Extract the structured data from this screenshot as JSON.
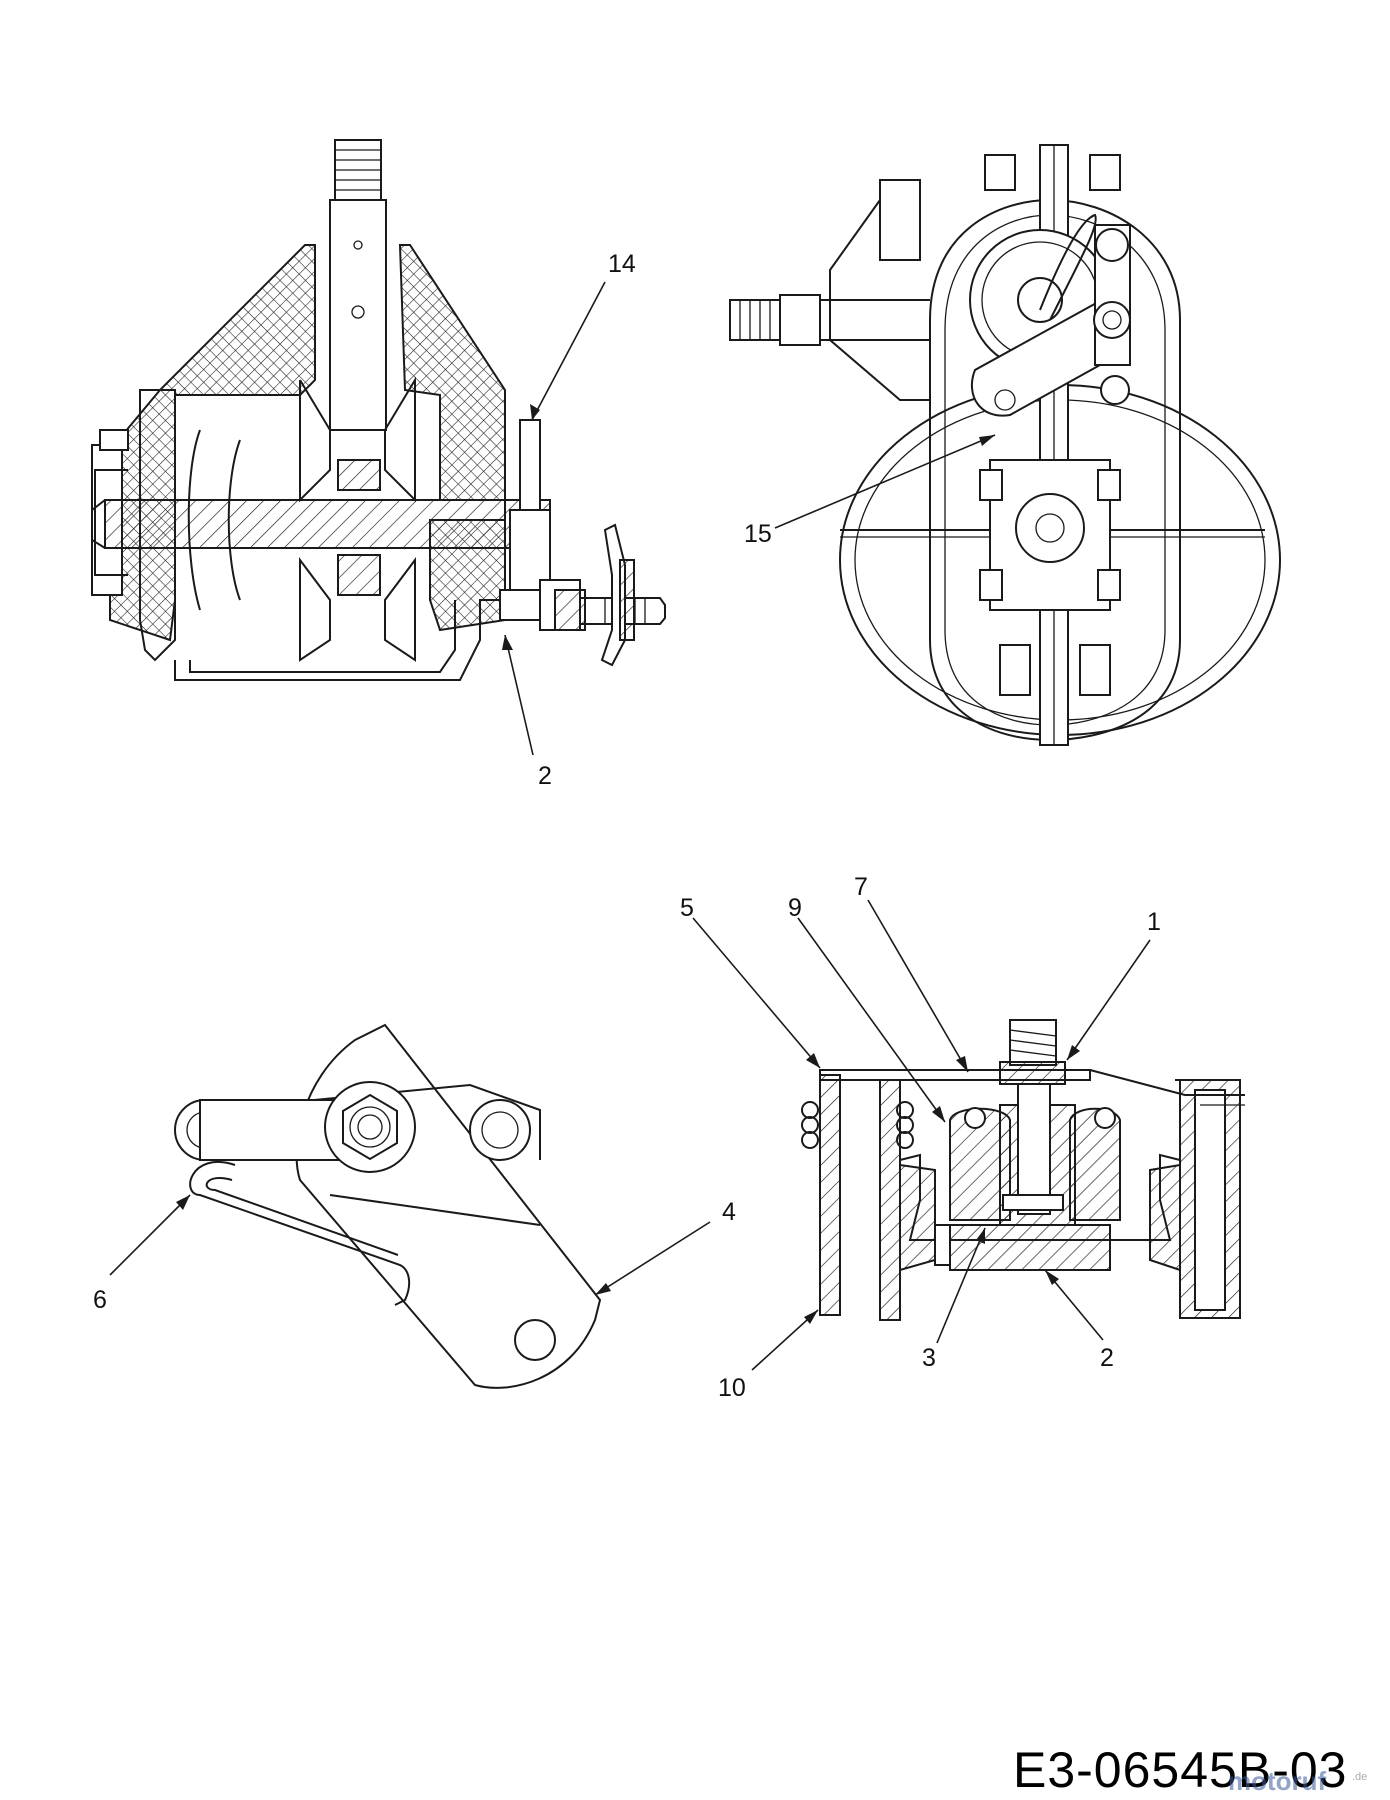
{
  "callouts": {
    "top_left": {
      "c14": "14",
      "c2": "2"
    },
    "top_right": {
      "c15": "15"
    },
    "bottom_left": {
      "c6": "6",
      "c4": "4"
    },
    "bottom_right": {
      "c5": "5",
      "c9": "9",
      "c7": "7",
      "c1": "1",
      "c10": "10",
      "c3": "3",
      "c2": "2"
    }
  },
  "document_number": "E3-06545B-03",
  "watermark": {
    "brand": "motoruf",
    "suffix": ".de"
  }
}
